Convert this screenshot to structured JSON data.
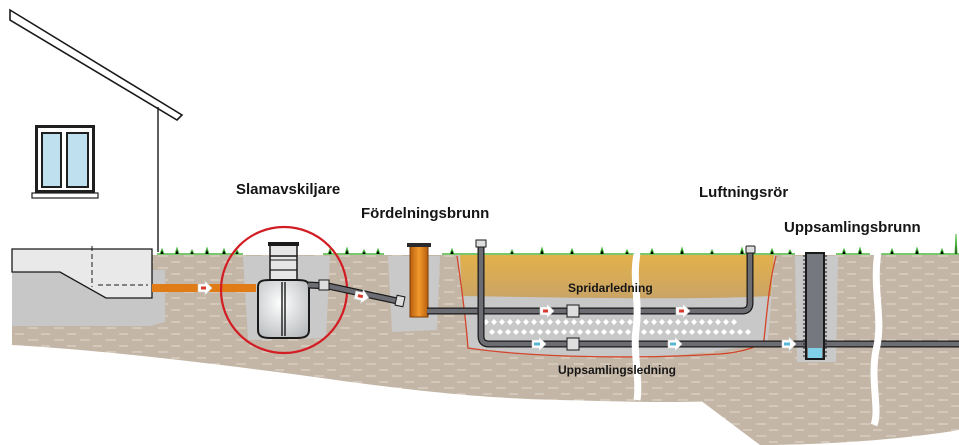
{
  "diagram": {
    "title": "Infiltration / markbädd avloppsanläggning",
    "labels": {
      "slamavskiljare": "Slamavskiljare",
      "fordelningsbrunn": "Fördelningsbrunn",
      "luftningsror": "Luftningsrör",
      "uppsamlingsbrunn": "Uppsamlingsbrunn",
      "spridarledning": "Spridarledning",
      "uppsamlingsledning": "Uppsamlingsledning"
    },
    "colors": {
      "soil": "#c4b6a6",
      "soil_dash": "#ddd3c8",
      "gravel": "#c9c9c9",
      "sand": "#d9ac4f",
      "grass": "#4bb53f",
      "orange_pipe": "#e07b16",
      "grey_pipe": "#6b6d73",
      "highlight_circle": "#d21d24",
      "bed_outline": "#d2462a",
      "window_glass": "#bfe0ee",
      "water": "#7fd0e8"
    },
    "flow_arrows": {
      "wastewater": "red-arrow",
      "treated": "blue-arrow"
    }
  }
}
